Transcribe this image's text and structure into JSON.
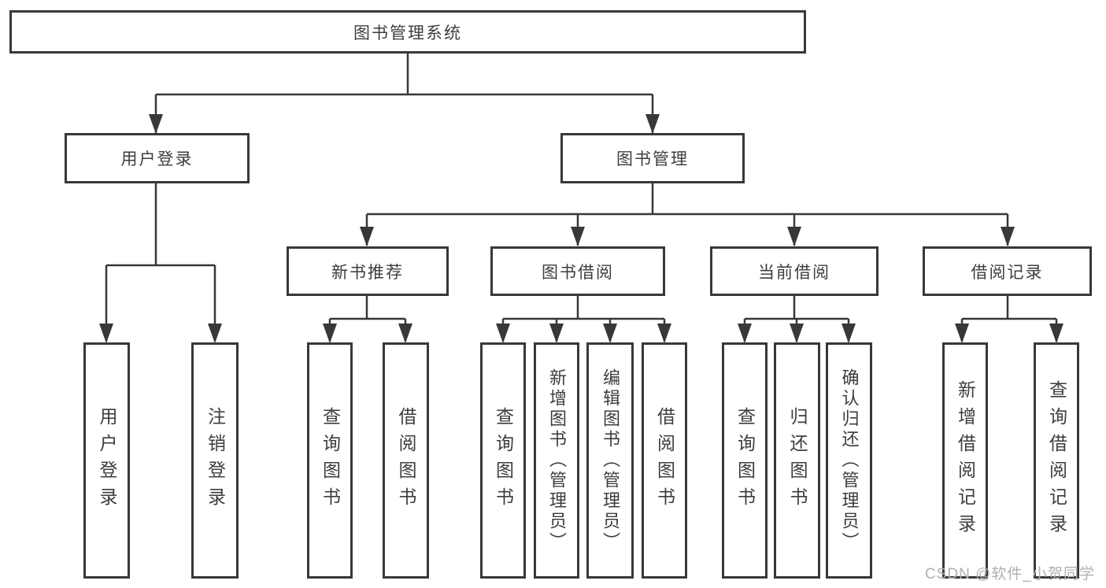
{
  "colors": {
    "line": "#383838",
    "text": "#3d3d3d",
    "background": "#ffffff",
    "watermark": "#b0b0b0"
  },
  "tree": {
    "root": {
      "label": "图书管理系统"
    },
    "children": [
      {
        "label": "用户登录",
        "children": [
          {
            "label": "用户登录"
          },
          {
            "label": "注销登录"
          }
        ]
      },
      {
        "label": "图书管理",
        "children": [
          {
            "label": "新书推荐",
            "children": [
              {
                "label": "查询图书"
              },
              {
                "label": "借阅图书"
              }
            ]
          },
          {
            "label": "图书借阅",
            "children": [
              {
                "label": "查询图书"
              },
              {
                "label": "新增图书（管理员）"
              },
              {
                "label": "编辑图书（管理员）"
              },
              {
                "label": "借阅图书"
              }
            ]
          },
          {
            "label": "当前借阅",
            "children": [
              {
                "label": "查询图书"
              },
              {
                "label": "归还图书"
              },
              {
                "label": "确认归还（管理员）"
              }
            ]
          },
          {
            "label": "借阅记录",
            "children": [
              {
                "label": "新增借阅记录"
              },
              {
                "label": "查询借阅记录"
              }
            ]
          }
        ]
      }
    ]
  },
  "watermark": "CSDN @软件_小贺同学"
}
